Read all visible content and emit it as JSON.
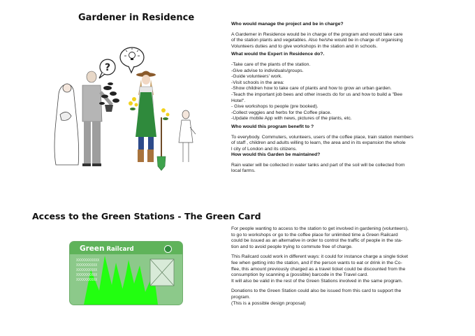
{
  "section1": {
    "title": "Gardener in Residence",
    "q1": "Who would manage the project and be in charge?",
    "p1": [
      "A Gardemer in Residence would be in charge of the program and would take care",
      "of the station plants and vegetables. Also he/she would be in charge of organising",
      "Volunteers duties and to give workshops in the station and in schools."
    ],
    "q2": "What would the Expert in Residence do?.",
    "tasks": [
      "-Take care of the plants of the station.",
      "-Give advise to individuals/groups.",
      "-Guide volunteers' work.",
      "-Visit schools in the area:",
      "-Show children how to take care of plants and how to grow an urban garden.",
      "-Teach the important job bees and other insects do for us and how to build a \"Bee",
      "Hotel\".",
      "- Give workshops to people (pre booked).",
      "-Collect veggies and herbs for the Coffee place.",
      "-Update mobile App with news, pictures of the plants, etc."
    ],
    "q3": "Who would this program benefit to ?",
    "p3": [
      "To everybody. Commuters, volunteers, users of the coffee place, train station members",
      "of staff , children and adults willing to learn, the area and in its expansion the whole",
      "l city of London and its citizens."
    ],
    "q4": "How would this Garden be maintained?",
    "p4": [
      "Rain water will be collected in water tanks and part of the soil will be collected from",
      "local farms."
    ],
    "bubble_question": "?"
  },
  "section2": {
    "title": "Access to the Green Stations - The Green Card",
    "p1": [
      "For people wanting to access to the station to get involved in gardening (volunteers),",
      "to go to workshops or go to the coffee place for unlimited time a Green Railcard",
      "could be issued as an alternative in order to control the traffic of people in the sta-",
      "tion and to avoid people trying to commute free of charge."
    ],
    "p2": [
      "This Railcard could work in different ways: it could for instance charge a single ticket",
      "fee when getting into the station, and if the person wants to eat or drink in the Co-",
      "ffee, this amount previously charged as a travel ticket could be discounted from the",
      "consumption by scanning a (possible) barcode in the Travel card.",
      "It will also be valid in the rest of the Green Stations involved in the same program."
    ],
    "p3": [
      "Donations to the Green Station could also be issued from this card to support the",
      "program.",
      "(This is a possible design proposal)"
    ],
    "card": {
      "brand_bold": "Green",
      "brand_rest": " Railcard",
      "rows": [
        "XXXXXXXXXXX",
        "XXXXXXXXXX",
        "XXXXXXXXXX",
        "XXXXXXXXXX",
        "XXXXXXXXXX"
      ],
      "green": "#5fb35a",
      "neon": "#22ff10"
    }
  }
}
